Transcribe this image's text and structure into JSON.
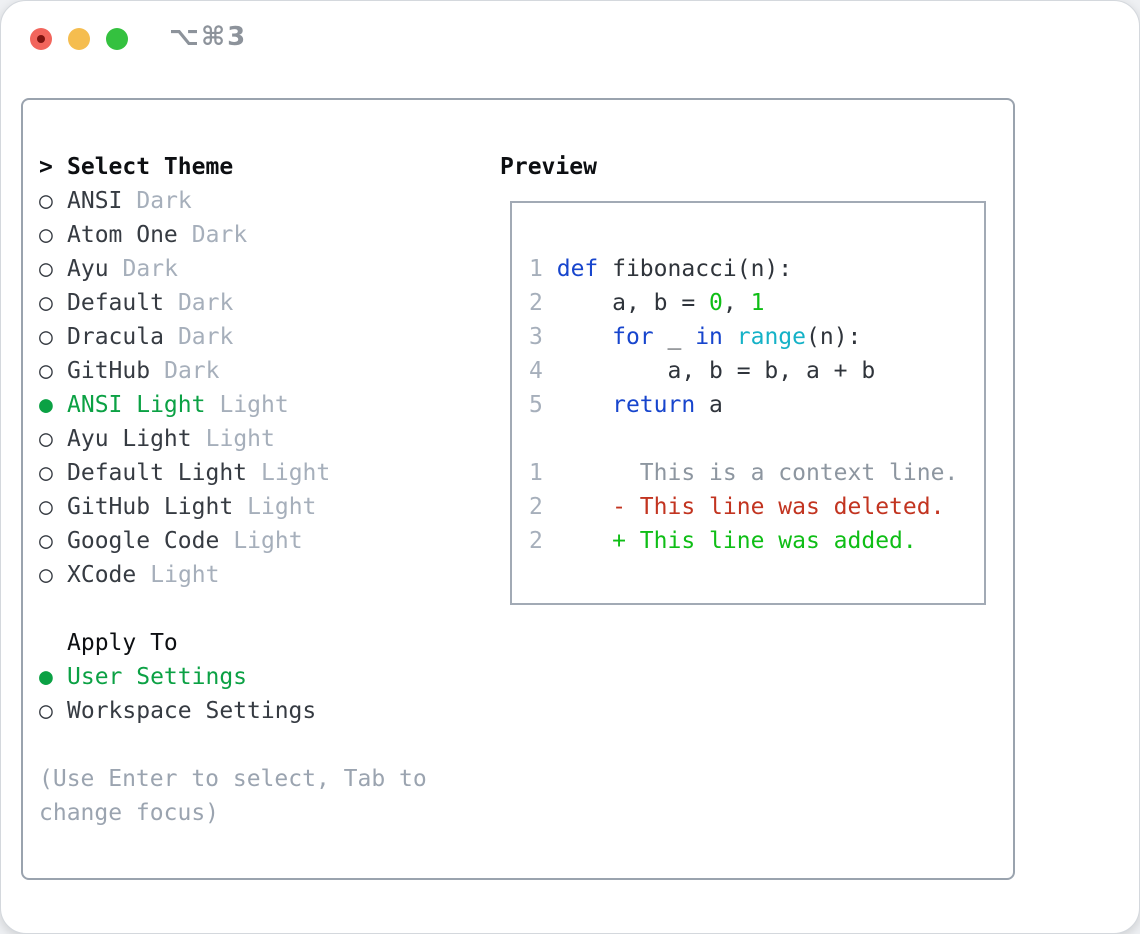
{
  "window": {
    "title_shortcut": "⌥⌘3"
  },
  "theme_list": {
    "prompt": ">",
    "header": "Select Theme",
    "unselected_marker": "○",
    "selected_marker": "●",
    "items": [
      {
        "name": "ANSI",
        "tag": "Dark",
        "selected": false
      },
      {
        "name": "Atom One",
        "tag": "Dark",
        "selected": false
      },
      {
        "name": "Ayu",
        "tag": "Dark",
        "selected": false
      },
      {
        "name": "Default",
        "tag": "Dark",
        "selected": false
      },
      {
        "name": "Dracula",
        "tag": "Dark",
        "selected": false
      },
      {
        "name": "GitHub",
        "tag": "Dark",
        "selected": false
      },
      {
        "name": "ANSI Light",
        "tag": "Light",
        "selected": true
      },
      {
        "name": "Ayu Light",
        "tag": "Light",
        "selected": false
      },
      {
        "name": "Default Light",
        "tag": "Light",
        "selected": false
      },
      {
        "name": "GitHub Light",
        "tag": "Light",
        "selected": false
      },
      {
        "name": "Google Code",
        "tag": "Light",
        "selected": false
      },
      {
        "name": "XCode",
        "tag": "Light",
        "selected": false
      }
    ]
  },
  "apply_to": {
    "header": "Apply To",
    "options": [
      {
        "label": "User Settings",
        "selected": true
      },
      {
        "label": "Workspace Settings",
        "selected": false
      }
    ]
  },
  "help_text": {
    "line1": "(Use Enter to select, Tab to",
    "line2": "change focus)"
  },
  "preview": {
    "header": "Preview",
    "code_lines": [
      {
        "num": "1",
        "segments": [
          {
            "text": " "
          },
          {
            "text": "def"
          },
          {
            "text": " fibonacci(n):"
          }
        ]
      },
      {
        "num": "2",
        "segments": [
          {
            "text": "     a, b = "
          },
          {
            "text": "0"
          },
          {
            "text": ", "
          },
          {
            "text": "1"
          }
        ]
      },
      {
        "num": "3",
        "segments": [
          {
            "text": "     "
          },
          {
            "text": "for"
          },
          {
            "text": " _ "
          },
          {
            "text": "in"
          },
          {
            "text": " "
          },
          {
            "text": "range"
          },
          {
            "text": "(n):"
          }
        ]
      },
      {
        "num": "4",
        "segments": [
          {
            "text": "         a, b = b, a + b"
          }
        ]
      },
      {
        "num": "5",
        "segments": [
          {
            "text": "     "
          },
          {
            "text": "return"
          },
          {
            "text": " a"
          }
        ]
      }
    ],
    "diff_lines": [
      {
        "num": "1",
        "kind": "context",
        "text": "       This is a context line."
      },
      {
        "num": "2",
        "kind": "deleted",
        "text": "     - This line was deleted."
      },
      {
        "num": "2",
        "kind": "added",
        "text": "     + This line was added."
      }
    ]
  },
  "colors": {
    "selection_green": "#0ba144",
    "diff_added_green": "#0fbe16",
    "diff_deleted_red": "#c23420",
    "number_green": "#0fbe16",
    "keyword_blue": "#1745cd",
    "builtin_cyan": "#15b2c7",
    "muted_gray": "#a6afbb",
    "context_gray": "#8d96a0",
    "help_gray": "#9ba4b0",
    "text_dark": "#363b42",
    "heading_black": "#0d0f12",
    "panel_border_gray": "#9aa3ae",
    "title_gray": "#8d939b",
    "traffic_red": "#f2655c",
    "traffic_yellow": "#f5bd4f",
    "traffic_green": "#34c13f"
  }
}
